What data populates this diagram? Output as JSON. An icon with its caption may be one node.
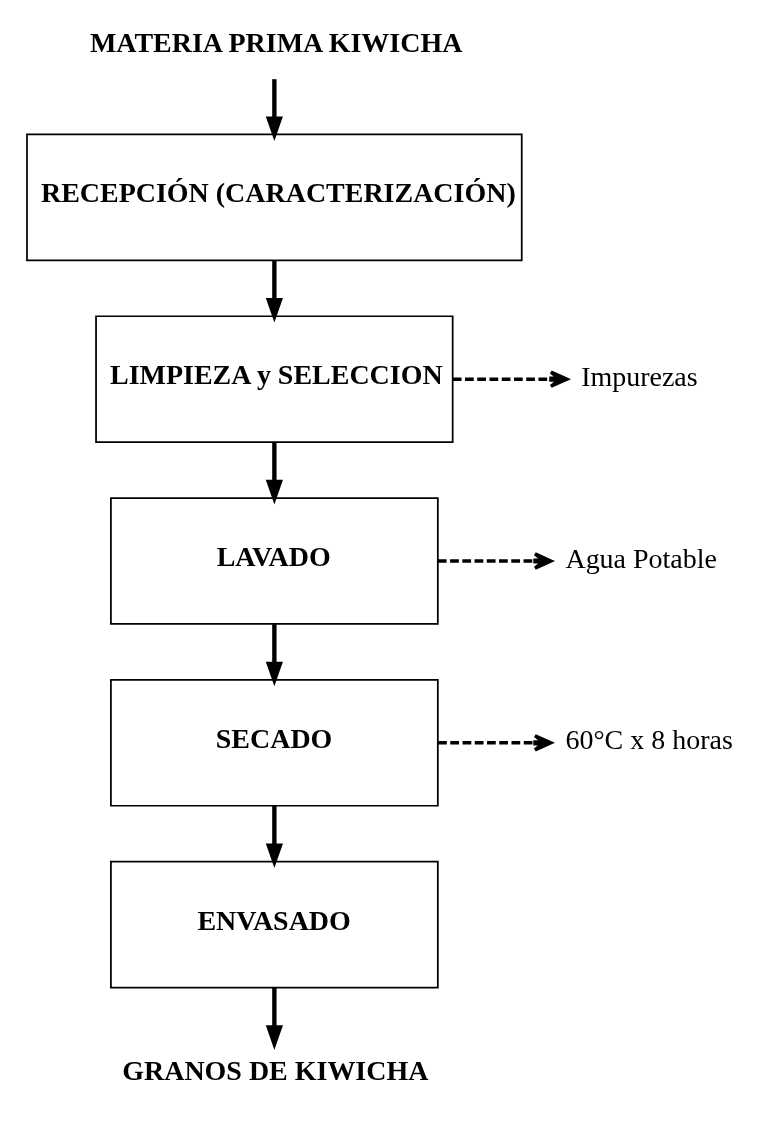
{
  "diagram": {
    "nodes": [
      {
        "text": [
          "MATERIA PRIMA KIWICHA"
        ]
      },
      {
        "text": [
          "RECEPCIÓN (CARACTERIZACIÓN)"
        ]
      },
      {
        "text": [
          "LIMPIEZA y SELECCION"
        ]
      },
      {
        "text": [
          "Impurezas"
        ]
      },
      {
        "text": [
          "LAVADO"
        ]
      },
      {
        "text": [
          "Agua Potable"
        ]
      },
      {
        "text": [
          "SECADO"
        ]
      },
      {
        "text": [
          "60°C x 8 horas"
        ]
      },
      {
        "text": [
          "ENVASADO"
        ]
      },
      {
        "text": [
          "GRANOS DE KIWICHA"
        ]
      }
    ],
    "edges": [
      {
        "from": 0,
        "to": 1,
        "arrow": "to"
      },
      {
        "from": 1,
        "to": 2,
        "arrow": "to"
      },
      {
        "from": 2,
        "to": 3,
        "arrow": "to",
        "style": "dashed"
      },
      {
        "from": 2,
        "to": 4,
        "arrow": "to"
      },
      {
        "from": 4,
        "to": 5,
        "arrow": "to",
        "style": "dashed"
      },
      {
        "from": 4,
        "to": 6,
        "arrow": "to"
      },
      {
        "from": 6,
        "to": 7,
        "arrow": "to",
        "style": "dashed"
      },
      {
        "from": 6,
        "to": 8,
        "arrow": "to"
      },
      {
        "from": 8,
        "to": 9,
        "arrow": "to"
      }
    ]
  }
}
